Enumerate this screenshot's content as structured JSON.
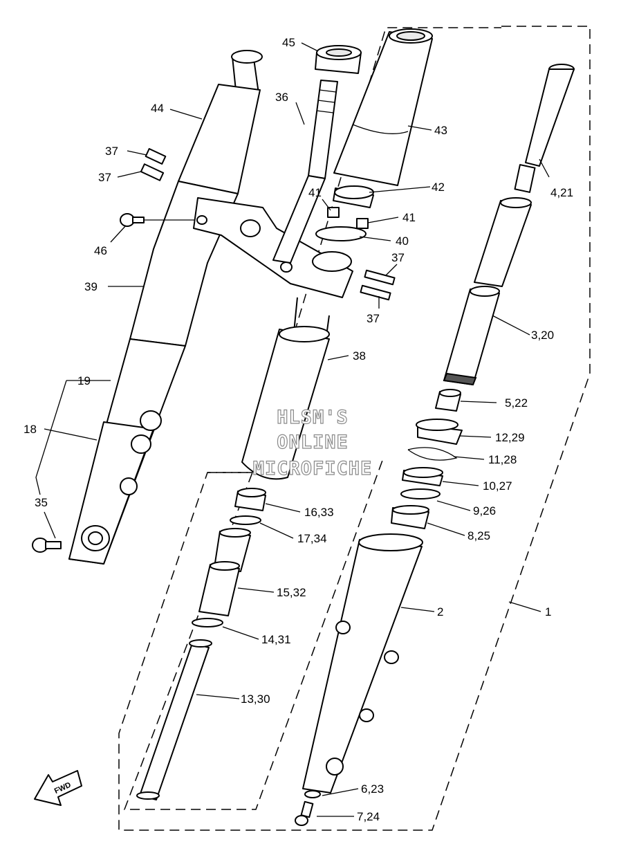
{
  "watermark": {
    "line1": "HLSM'S",
    "line2": "ONLINE",
    "line3": "MICROFICHE"
  },
  "fwd_label": "FWD",
  "labels": {
    "l45": "45",
    "l36": "36",
    "l43": "43",
    "l44": "44",
    "l37a": "37",
    "l37b": "37",
    "l37c": "37",
    "l37d": "37",
    "l42": "42",
    "l41a": "41",
    "l41b": "41",
    "l40": "40",
    "l46": "46",
    "l39": "39",
    "l38": "38",
    "l19": "19",
    "l18": "18",
    "l35": "35",
    "l4_21": "4,21",
    "l3_20": "3,20",
    "l5_22": "5,22",
    "l12_29": "12,29",
    "l11_28": "11,28",
    "l10_27": "10,27",
    "l9_26": "9,26",
    "l8_25": "8,25",
    "l16_33": "16,33",
    "l17_34": "17,34",
    "l15_32": "15,32",
    "l14_31": "14,31",
    "l13_30": "13,30",
    "l2": "2",
    "l1": "1",
    "l6_23": "6,23",
    "l7_24": "7,24"
  }
}
